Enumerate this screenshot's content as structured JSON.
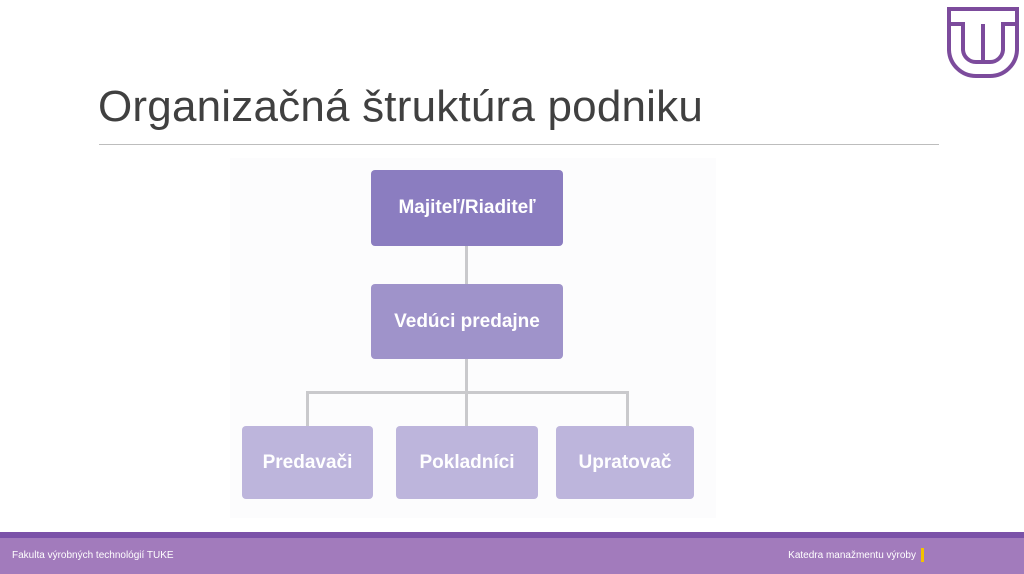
{
  "slide": {
    "title": "Organizačná štruktúra podniku",
    "logo_icon": "tuke-logo-icon"
  },
  "org_chart": {
    "level1": {
      "label": "Majiteľ/Riaditeľ"
    },
    "level2": {
      "label": "Vedúci predajne"
    },
    "level3": [
      {
        "label": "Predavači"
      },
      {
        "label": "Pokladníci"
      },
      {
        "label": "Upratovač"
      }
    ]
  },
  "footer": {
    "left_text": "Fakulta výrobných technológií TUKE",
    "right_text": "Katedra manažmentu výroby"
  },
  "colors": {
    "accent_purple": "#8b7dc0",
    "level1_fill": "#8b7dc0",
    "level2_fill": "#9f93ca",
    "level3_fill": "#bdb5dc",
    "footer_bar": "#a27bbc",
    "footer_line": "#7b52a8",
    "logo_stroke": "#7c4b9c",
    "footer_mark": "#f2c200"
  }
}
